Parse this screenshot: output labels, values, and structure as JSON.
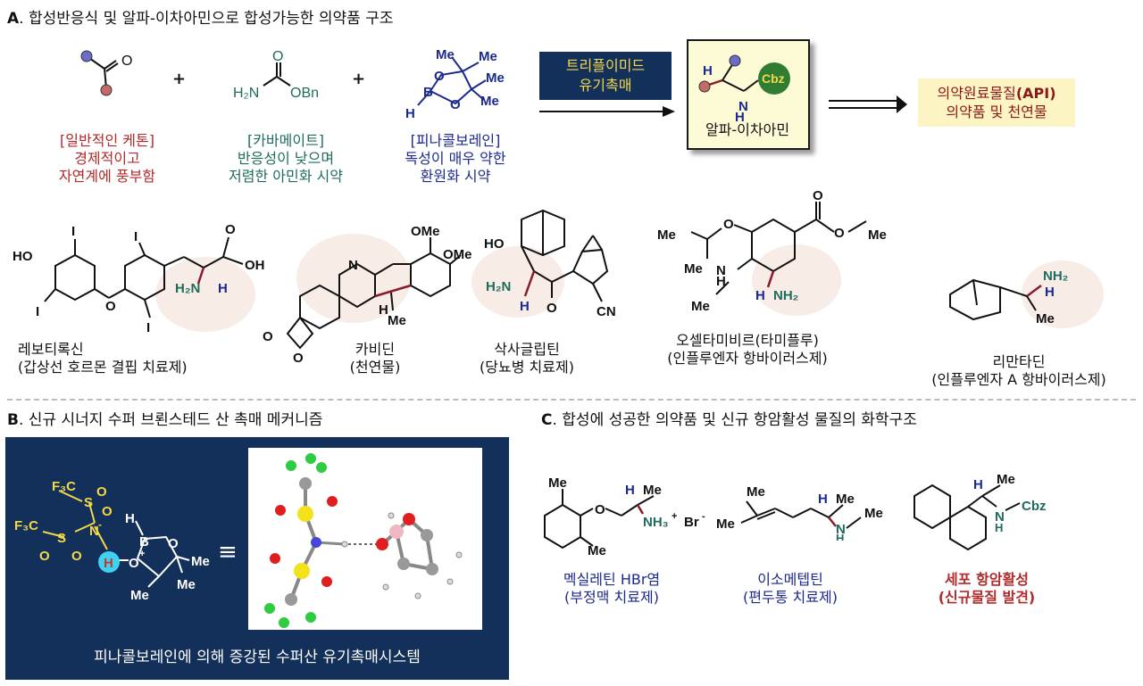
{
  "sectionA": {
    "letter": "A",
    "title": ". 합성반응식 및 알파-이차아민으로 합성가능한 의약품 구조",
    "ketone": {
      "line1": "[일반적인 케톤]",
      "line2": "경제적이고",
      "line3": "자연계에 풍부함"
    },
    "carbamate": {
      "line1": "[카바메이트]",
      "line2": "반응성이 낮으며",
      "line3": "저렴한 아민화 시약"
    },
    "pinacolborane": {
      "line1": "[피나콜보레인]",
      "line2": "독성이 매우 약한",
      "line3": "환원화 시약"
    },
    "catalyst": {
      "line1": "트리플이미드",
      "line2": "유기촉매"
    },
    "product_label": "알파-이차아민",
    "api": {
      "line1a": "의약원료물질",
      "line1b": "(API)",
      "line2": "의약품 및 천연물"
    },
    "plus": "+",
    "drugs": [
      {
        "name": "레보티록신",
        "desc": "(갑상선 호르몬 결핍 치료제)"
      },
      {
        "name": "카비딘",
        "desc": "(천연물)"
      },
      {
        "name": "삭사글립틴",
        "desc": "(당뇨병 치료제)"
      },
      {
        "name": "오셀타미비르(타미플루)",
        "desc": "(인플루엔자 항바이러스제)"
      },
      {
        "name": "리만타딘",
        "desc": "(인플루엔자 A 항바이러스제)"
      }
    ]
  },
  "sectionB": {
    "letter": "B",
    "title": ". 신규 시너지 수퍼 브뢴스테드 산 촉매 메커니즘",
    "caption": "피나콜보레인에 의해 증강된 수퍼산 유기촉매시스템",
    "equiv": "≡"
  },
  "sectionC": {
    "letter": "C",
    "title": ". 합성에 성공한 의약품 및 신규 항암활성 물질의 화학구조",
    "compounds": [
      {
        "name": "멕실레틴 HBr염",
        "desc": "(부정맥 치료제)"
      },
      {
        "name": "이소메텝틴",
        "desc": "(편두통 치료제)"
      },
      {
        "name": "세포 항암활성",
        "desc": "(신규물질 발견)"
      }
    ]
  },
  "atoms": {
    "O": "O",
    "H": "H",
    "N": "N",
    "B": "B",
    "I": "I",
    "H2N": "H₂N",
    "OBn": "OBn",
    "Me": "Me",
    "HO": "HO",
    "OH": "OH",
    "OMe": "OMe",
    "Cbz": "Cbz",
    "CN": "CN",
    "NH2": "NH₂",
    "Et": "Me",
    "NH3": "NH₃",
    "plus_sup": "+",
    "Br": "Br",
    "minus_sup": "-",
    "F3C": "F₃C",
    "S": "S"
  },
  "colors": {
    "navy_panel": "#12305a",
    "catalyst_text": "#f4d84a",
    "red": "#b22a2a",
    "teal": "#1f6b5e",
    "navy": "#1c2a8c",
    "cbz_green": "#2e7d32",
    "bond_red": "#8b1a2a"
  }
}
